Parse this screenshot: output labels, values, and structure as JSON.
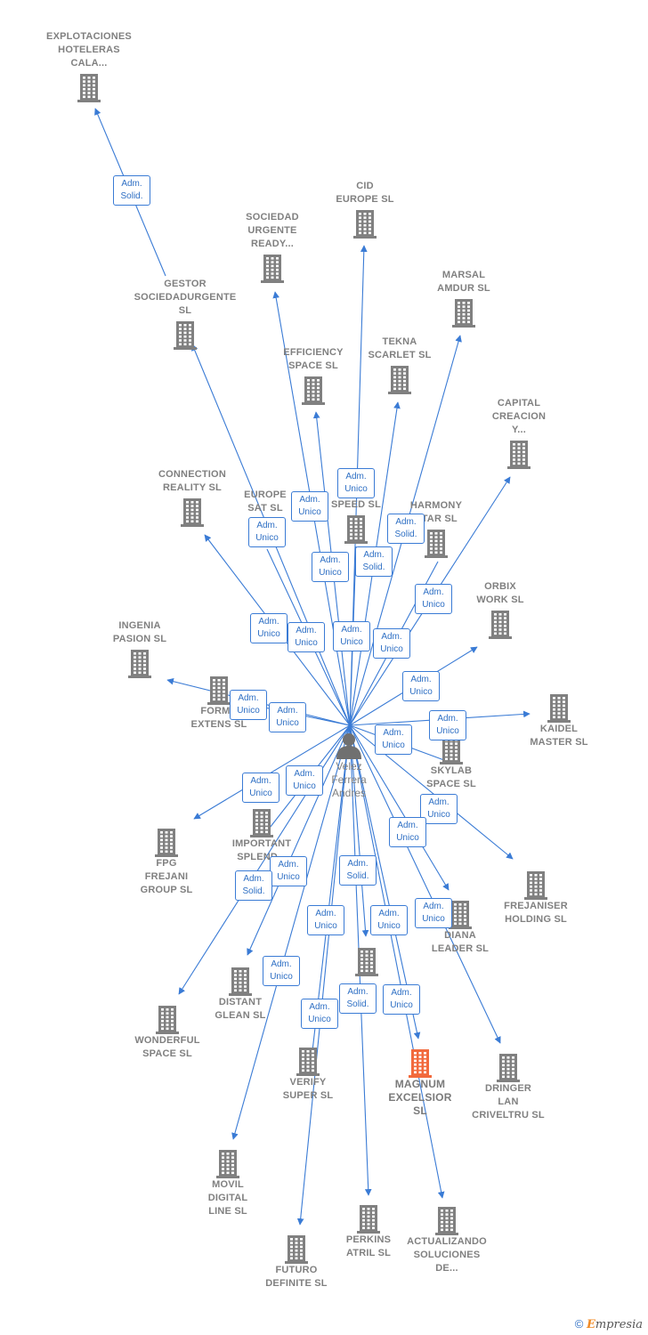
{
  "center": {
    "name": "Velez\nFerrera\nAndres",
    "icon": "person-icon"
  },
  "colors": {
    "edge": "#3a7bd5",
    "node": "#808080",
    "focus": "#f26a3d"
  },
  "nodes": [
    {
      "id": "n1",
      "label": "EXPLOTACIONES\nHOTELERAS\nCALA...",
      "icon": "building-icon"
    },
    {
      "id": "n2",
      "label": "CID\nEUROPE  SL",
      "icon": "building-icon"
    },
    {
      "id": "n3",
      "label": "SOCIEDAD\nURGENTE\nREADY...",
      "icon": "building-icon"
    },
    {
      "id": "n4",
      "label": "GESTOR\nSOCIEDADURGENTE SL",
      "icon": "building-icon"
    },
    {
      "id": "n5",
      "label": "MARSAL\nAMDUR  SL",
      "icon": "building-icon"
    },
    {
      "id": "n6",
      "label": "EFFICIENCY\nSPACE SL",
      "icon": "building-icon"
    },
    {
      "id": "n7",
      "label": "TEKNA\nSCARLET  SL",
      "icon": "building-icon"
    },
    {
      "id": "n8",
      "label": "CAPITAL\nCREACION\nY...",
      "icon": "building-icon"
    },
    {
      "id": "n9",
      "label": "CONNECTION\nREALITY  SL",
      "icon": "building-icon"
    },
    {
      "id": "n10",
      "label": "EUROPE\nSAT  SL",
      "icon": "building-icon"
    },
    {
      "id": "n11",
      "label": "SPEED  SL",
      "icon": "building-icon"
    },
    {
      "id": "n12",
      "label": "HARMONY\nSTAR SL",
      "icon": "building-icon"
    },
    {
      "id": "n13",
      "label": "ORBIX\nWORK  SL",
      "icon": "building-icon"
    },
    {
      "id": "n14",
      "label": "INGENIA\nPASION  SL",
      "icon": "building-icon"
    },
    {
      "id": "n15",
      "label": "FORMU\nEXTENS  SL",
      "icon": "building-icon"
    },
    {
      "id": "n16",
      "label": "KAIDEL\nMASTER  SL",
      "icon": "building-icon"
    },
    {
      "id": "n17",
      "label": "SKYLAB\nSPACE  SL",
      "icon": "building-icon"
    },
    {
      "id": "n18",
      "label": "FPG\nFREJANI\nGROUP  SL",
      "icon": "building-icon"
    },
    {
      "id": "n19",
      "label": "IMPORTANT\nSPLEND...",
      "icon": "building-icon"
    },
    {
      "id": "n20",
      "label": "FREJANISER\nHOLDING  SL",
      "icon": "building-icon"
    },
    {
      "id": "n21",
      "label": "DIANA\nLEADER  SL",
      "icon": "building-icon"
    },
    {
      "id": "n22",
      "label": "",
      "icon": "building-icon"
    },
    {
      "id": "n23",
      "label": "DISTANT\nGLEAN  SL",
      "icon": "building-icon"
    },
    {
      "id": "n24",
      "label": "WONDERFUL\nSPACE  SL",
      "icon": "building-icon"
    },
    {
      "id": "n25",
      "label": "VERIFY\nSUPER  SL",
      "icon": "building-icon"
    },
    {
      "id": "n26",
      "label": "MAGNUM\nEXCELSIOR\nSL",
      "icon": "building-icon",
      "focus": true
    },
    {
      "id": "n27",
      "label": "DRINGER\nLAN\nCRIVELTRU SL",
      "icon": "building-icon"
    },
    {
      "id": "n28",
      "label": "MOVIL\nDIGITAL\nLINE SL",
      "icon": "building-icon"
    },
    {
      "id": "n29",
      "label": "PERKINS\nATRIL  SL",
      "icon": "building-icon"
    },
    {
      "id": "n30",
      "label": "ACTUALIZANDO\nSOLUCIONES\nDE...",
      "icon": "building-icon"
    },
    {
      "id": "n31",
      "label": "FUTURO\nDEFINITE  SL",
      "icon": "building-icon"
    }
  ],
  "edges": [
    {
      "to": "n1",
      "badge": "Adm.\nSolid."
    },
    {
      "to": "n2",
      "badge": "Adm.\nUnico"
    },
    {
      "to": "n3",
      "badge": "Adm.\nUnico"
    },
    {
      "to": "n4",
      "badge": "Adm.\nUnico"
    },
    {
      "to": "n5",
      "badge": "Adm.\nSolid."
    },
    {
      "to": "n6",
      "badge": "Adm.\nUnico"
    },
    {
      "to": "n7",
      "badge": "Adm.\nSolid."
    },
    {
      "to": "n8",
      "badge": "Adm.\nUnico"
    },
    {
      "to": "n9",
      "badge": "Adm.\nUnico"
    },
    {
      "to": "n10",
      "badge": "Adm.\nUnico"
    },
    {
      "to": "n11",
      "badge": "Adm.\nUnico"
    },
    {
      "to": "n12",
      "badge": "Adm.\nUnico"
    },
    {
      "to": "n13",
      "badge": "Adm.\nUnico"
    },
    {
      "to": "n14",
      "badge": "Adm.\nUnico"
    },
    {
      "to": "n15",
      "badge": "Adm.\nUnico"
    },
    {
      "to": "n16",
      "badge": "Adm.\nUnico"
    },
    {
      "to": "n17",
      "badge": "Adm.\nUnico"
    },
    {
      "to": "n18",
      "badge": "Adm.\nUnico"
    },
    {
      "to": "n19",
      "badge": "Adm.\nUnico"
    },
    {
      "to": "n20",
      "badge": "Adm.\nUnico"
    },
    {
      "to": "n21",
      "badge": "Adm.\nUnico"
    },
    {
      "to": "n22",
      "badge": "Adm.\nSolid."
    },
    {
      "to": "n23",
      "badge": "Adm.\nUnico"
    },
    {
      "to": "n24",
      "badge": "Adm.\nSolid."
    },
    {
      "to": "n25",
      "badge": "Adm.\nUnico"
    },
    {
      "to": "n26",
      "badge": "Adm.\nUnico"
    },
    {
      "to": "n27",
      "badge": "Adm.\nUnico"
    },
    {
      "to": "n28",
      "badge": "Adm.\nUnico"
    },
    {
      "to": "n29",
      "badge": "Adm.\nSolid."
    },
    {
      "to": "n30",
      "badge": "Adm.\nUnico"
    },
    {
      "to": "n31",
      "badge": "Adm.\nUnico"
    }
  ],
  "footer": {
    "copyright": "©",
    "brand_initial": "E",
    "brand_rest": "mpresia"
  }
}
